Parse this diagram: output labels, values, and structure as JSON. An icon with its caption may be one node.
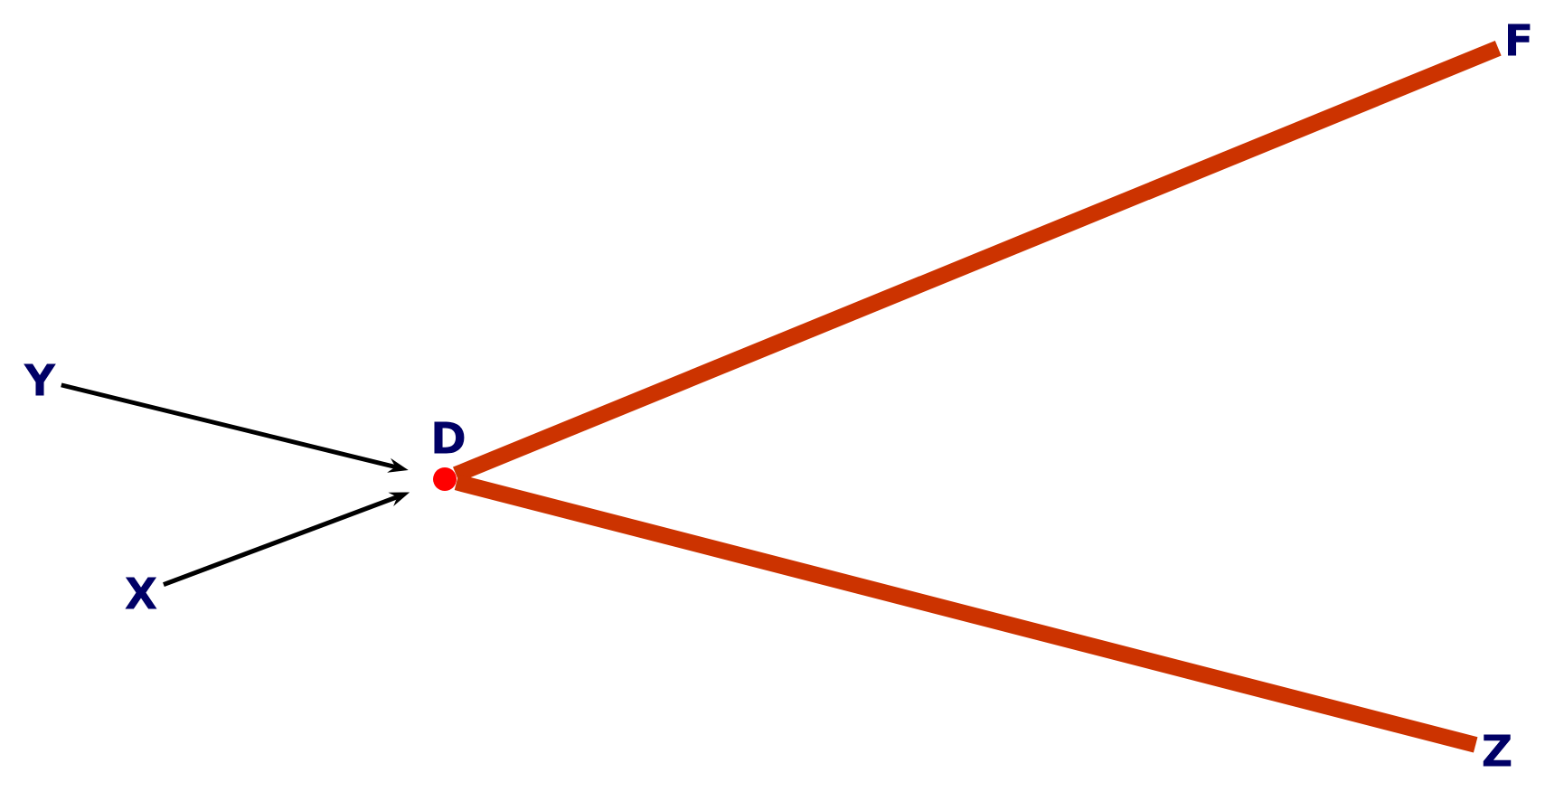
{
  "diagram": {
    "nodes": [
      {
        "text": [
          "Y"
        ]
      },
      {
        "text": [
          "X"
        ]
      },
      {
        "text": [],
        "shape": "circle",
        "beside": [
          "D"
        ]
      },
      {
        "text": [
          "F"
        ]
      },
      {
        "text": [
          "Z"
        ]
      }
    ],
    "edges": [
      {
        "from": 0,
        "to": 2,
        "arrow": "to"
      },
      {
        "from": 1,
        "to": 2,
        "arrow": "to"
      },
      {
        "from": 2,
        "to": 3,
        "arrow": "none",
        "style": "thick",
        "color": "#cc3300"
      },
      {
        "from": 2,
        "to": 4,
        "arrow": "none",
        "style": "thick",
        "color": "#cc3300"
      }
    ]
  }
}
